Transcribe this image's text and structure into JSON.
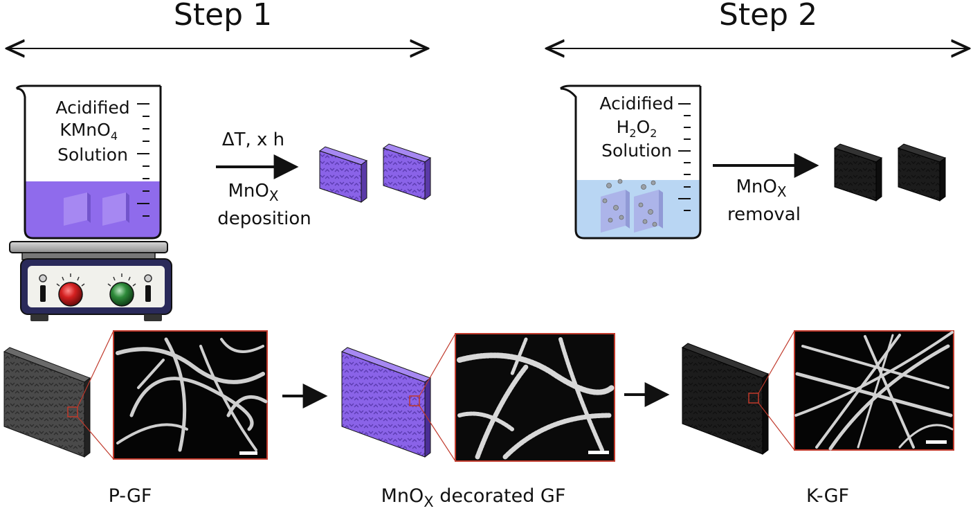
{
  "steps": {
    "step1": "Step 1",
    "step2": "Step 2"
  },
  "beaker1": {
    "line1": "Acidified",
    "line2_main": "KMnO",
    "line2_sub": "4",
    "line3": "Solution"
  },
  "beaker2": {
    "line1": "Acidified",
    "line2_a": "H",
    "line2_sub1": "2",
    "line2_b": "O",
    "line2_sub2": "2",
    "line3": "Solution"
  },
  "arrow1": {
    "top": "ΔT, x h",
    "bottom1_main": "MnO",
    "bottom1_sub": "X",
    "bottom2": "deposition"
  },
  "arrow2": {
    "bottom1_main": "MnO",
    "bottom1_sub": "X",
    "bottom2": "removal"
  },
  "labels": {
    "pgf": "P-GF",
    "mnox_main": "MnO",
    "mnox_sub": "X",
    "mnox_rest": " decorated GF",
    "kgf": "K-GF"
  },
  "colors": {
    "permanganate": "#8f6bec",
    "peroxide": "#b9d6f3",
    "felt_gray": "#4d4d4d",
    "felt_black": "#1a1a1a",
    "zoom_frame": "#c0392b",
    "knob_red": "#d42020",
    "knob_green": "#2e8b3a"
  }
}
